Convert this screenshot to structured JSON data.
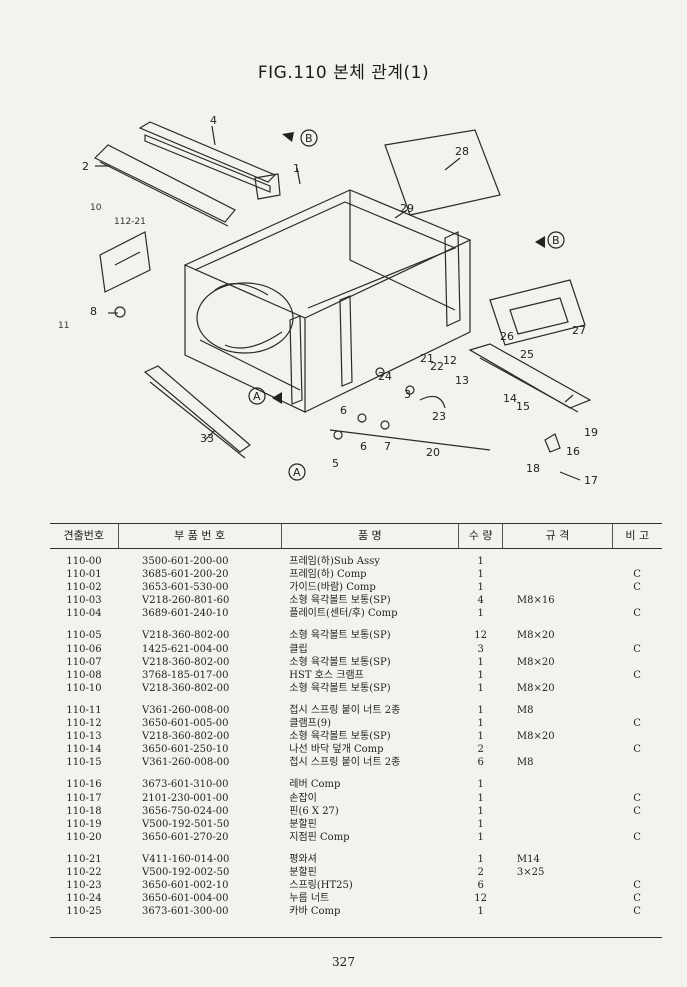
{
  "title": "FIG.110 본체 관계(1)",
  "page_number": "327",
  "diagram": {
    "callouts": [
      "1",
      "2",
      "3",
      "4",
      "5",
      "6",
      "6",
      "7",
      "8",
      "10",
      "11",
      "12",
      "13",
      "14",
      "15",
      "16",
      "17",
      "18",
      "19",
      "20",
      "21",
      "22",
      "23",
      "24",
      "25",
      "26",
      "27",
      "28",
      "29",
      "33",
      "112-21"
    ],
    "view_markers": [
      "A",
      "A",
      "B",
      "B"
    ]
  },
  "table": {
    "headers": [
      "견출번호",
      "부 품 번 호",
      "품 명",
      "수 량",
      "규 격",
      "비 고"
    ],
    "rows": [
      {
        "ref": "110-00",
        "part_no": "3500-601-200-00",
        "name": "프레임(하)Sub Assy",
        "qty": "1",
        "spec": "",
        "note": ""
      },
      {
        "ref": "110-01",
        "part_no": "3685-601-200-20",
        "name": "프레임(하) Comp",
        "qty": "1",
        "spec": "",
        "note": "C"
      },
      {
        "ref": "110-02",
        "part_no": "3653-601-530-00",
        "name": "가이드(바람) Comp",
        "qty": "1",
        "spec": "",
        "note": "C"
      },
      {
        "ref": "110-03",
        "part_no": "V218-260-801-60",
        "name": "소형 육각볼트 보통(SP)",
        "qty": "4",
        "spec": "M8×16",
        "note": ""
      },
      {
        "ref": "110-04",
        "part_no": "3689-601-240-10",
        "name": "플레이트(센터/후) Comp",
        "qty": "1",
        "spec": "",
        "note": "C"
      },
      {
        "ref": "110-05",
        "part_no": "V218-360-802-00",
        "name": "소형 육각볼트 보통(SP)",
        "qty": "12",
        "spec": "M8×20",
        "note": ""
      },
      {
        "ref": "110-06",
        "part_no": "1425-621-004-00",
        "name": "클립",
        "qty": "3",
        "spec": "",
        "note": "C"
      },
      {
        "ref": "110-07",
        "part_no": "V218-360-802-00",
        "name": "소형 육각볼트 보통(SP)",
        "qty": "1",
        "spec": "M8×20",
        "note": ""
      },
      {
        "ref": "110-08",
        "part_no": "3768-185-017-00",
        "name": "HST 호스 크램프",
        "qty": "1",
        "spec": "",
        "note": "C"
      },
      {
        "ref": "110-10",
        "part_no": "V218-360-802-00",
        "name": "소형 육각볼트 보통(SP)",
        "qty": "1",
        "spec": "M8×20",
        "note": ""
      },
      {
        "ref": "110-11",
        "part_no": "V361-260-008-00",
        "name": "접시 스프링 붙이 너트 2종",
        "qty": "1",
        "spec": "M8",
        "note": ""
      },
      {
        "ref": "110-12",
        "part_no": "3650-601-005-00",
        "name": "클램프(9)",
        "qty": "1",
        "spec": "",
        "note": "C"
      },
      {
        "ref": "110-13",
        "part_no": "V218-360-802-00",
        "name": "소형 육각볼트 보통(SP)",
        "qty": "1",
        "spec": "M8×20",
        "note": ""
      },
      {
        "ref": "110-14",
        "part_no": "3650-601-250-10",
        "name": "나선 바닥 덮개 Comp",
        "qty": "2",
        "spec": "",
        "note": "C"
      },
      {
        "ref": "110-15",
        "part_no": "V361-260-008-00",
        "name": "접시 스프링 붙이 너트 2종",
        "qty": "6",
        "spec": "M8",
        "note": ""
      },
      {
        "ref": "110-16",
        "part_no": "3673-601-310-00",
        "name": "레버 Comp",
        "qty": "1",
        "spec": "",
        "note": ""
      },
      {
        "ref": "110-17",
        "part_no": "2101-230-001-00",
        "name": "손잡이",
        "qty": "1",
        "spec": "",
        "note": "C"
      },
      {
        "ref": "110-18",
        "part_no": "3656-750-024-00",
        "name": "핀(6 X 27)",
        "qty": "1",
        "spec": "",
        "note": "C"
      },
      {
        "ref": "110-19",
        "part_no": "V500-192-501-50",
        "name": "분할핀",
        "qty": "1",
        "spec": "",
        "note": ""
      },
      {
        "ref": "110-20",
        "part_no": "3650-601-270-20",
        "name": "지점핀 Comp",
        "qty": "1",
        "spec": "",
        "note": "C"
      },
      {
        "ref": "110-21",
        "part_no": "V411-160-014-00",
        "name": "평와셔",
        "qty": "1",
        "spec": "M14",
        "note": ""
      },
      {
        "ref": "110-22",
        "part_no": "V500-192-002-50",
        "name": "분할핀",
        "qty": "2",
        "spec": "3×25",
        "note": ""
      },
      {
        "ref": "110-23",
        "part_no": "3650-601-002-10",
        "name": "스프링(HT25)",
        "qty": "6",
        "spec": "",
        "note": "C"
      },
      {
        "ref": "110-24",
        "part_no": "3650-601-004-00",
        "name": "누름 너트",
        "qty": "12",
        "spec": "",
        "note": "C"
      },
      {
        "ref": "110-25",
        "part_no": "3673-601-300-00",
        "name": "카바 Comp",
        "qty": "1",
        "spec": "",
        "note": "C"
      }
    ]
  }
}
